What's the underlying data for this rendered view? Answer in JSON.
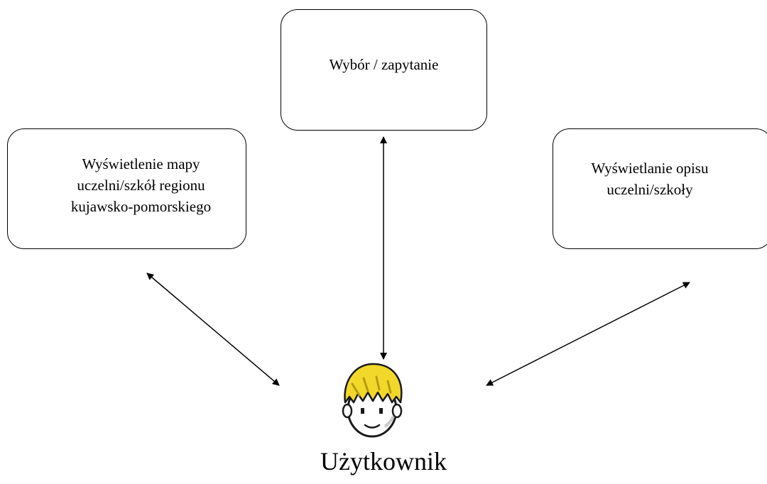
{
  "nodes": {
    "query": {
      "lines": [
        "Wybór / zapytanie"
      ]
    },
    "map": {
      "lines": [
        "Wyświetlenie mapy",
        "uczelni/szkół regionu",
        "kujawsko-pomorskiego"
      ]
    },
    "description": {
      "lines": [
        "Wyświetlanie opisu",
        "uczelni/szkoły"
      ]
    },
    "user": {
      "label": "Użytkownik",
      "icon": "user-face-icon"
    }
  },
  "colors": {
    "line": "#000000",
    "hair": "#f2d82a",
    "hair_shadow": "#b79a12",
    "skin": "#ffffff",
    "outline": "#1a1a1a"
  }
}
